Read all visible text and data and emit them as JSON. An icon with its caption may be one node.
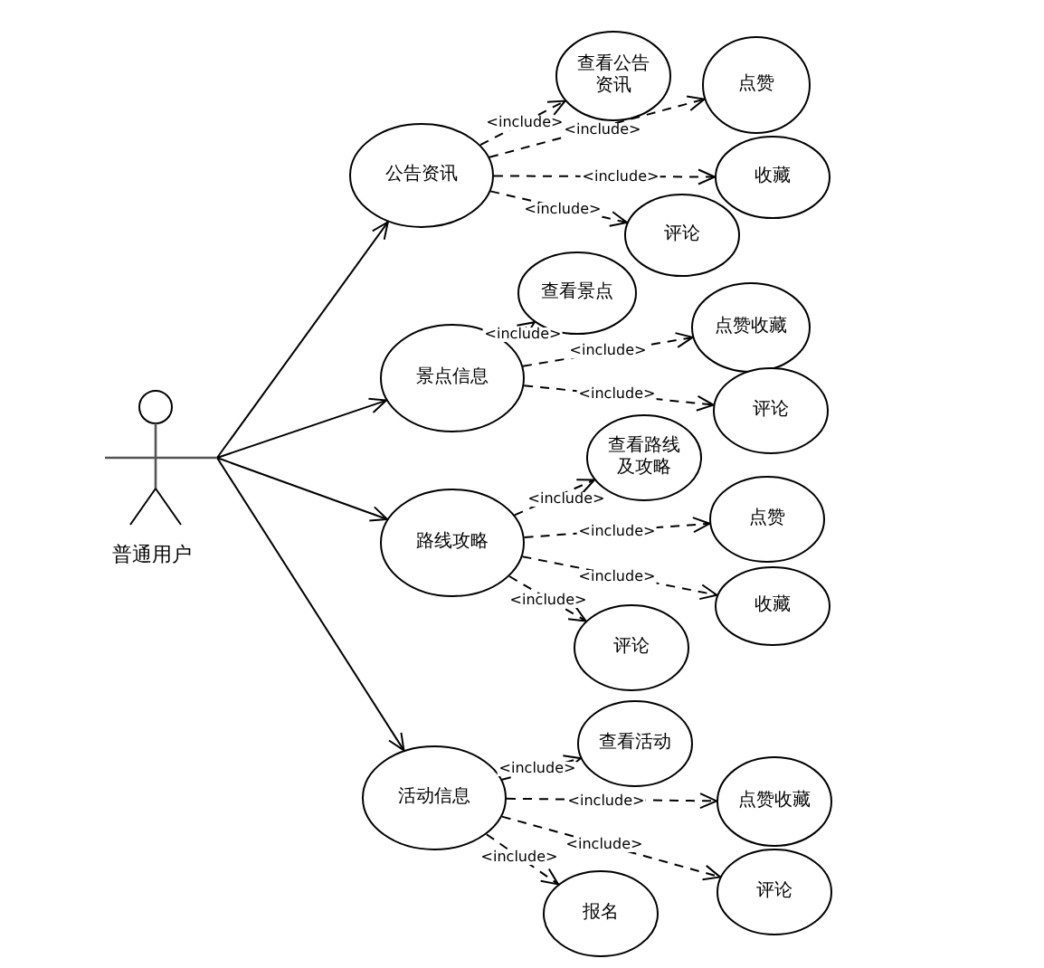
{
  "diagram": {
    "nodes": [
      {
        "text": [
          "普通用户"
        ]
      },
      {
        "text": [
          "公告资讯"
        ]
      },
      {
        "text": [
          "查看公告资讯"
        ]
      },
      {
        "text": [
          "点赞"
        ]
      },
      {
        "text": [
          "收藏"
        ]
      },
      {
        "text": [
          "评论"
        ]
      },
      {
        "text": [
          "景点信息"
        ]
      },
      {
        "text": [
          "查看景点"
        ]
      },
      {
        "text": [
          "点赞收藏"
        ]
      },
      {
        "text": [
          "评论"
        ]
      },
      {
        "text": [
          "路线攻略"
        ]
      },
      {
        "text": [
          "查看路线及攻略"
        ]
      },
      {
        "text": [
          "点赞"
        ]
      },
      {
        "text": [
          "收藏"
        ]
      },
      {
        "text": [
          "评论"
        ]
      },
      {
        "text": [
          "活动信息"
        ]
      },
      {
        "text": [
          "查看活动"
        ]
      },
      {
        "text": [
          "点赞收藏"
        ]
      },
      {
        "text": [
          "评论"
        ]
      },
      {
        "text": [
          "报名"
        ]
      }
    ],
    "edges": [
      {
        "from": 0,
        "to": 1,
        "arrow": "to"
      },
      {
        "from": 0,
        "to": 6,
        "arrow": "to"
      },
      {
        "from": 0,
        "to": 10,
        "arrow": "to"
      },
      {
        "from": 0,
        "to": 15,
        "arrow": "to"
      },
      {
        "from": 1,
        "to": 2,
        "arrow": "to",
        "style": "dashed",
        "label": "<include>"
      },
      {
        "from": 1,
        "to": 3,
        "arrow": "to",
        "style": "dashed",
        "label": "<include>"
      },
      {
        "from": 1,
        "to": 4,
        "arrow": "to",
        "style": "dashed",
        "label": "<include>"
      },
      {
        "from": 1,
        "to": 5,
        "arrow": "to",
        "style": "dashed",
        "label": "<include>"
      },
      {
        "from": 6,
        "to": 7,
        "arrow": "to",
        "style": "dashed",
        "label": "<include>"
      },
      {
        "from": 6,
        "to": 8,
        "arrow": "to",
        "style": "dashed",
        "label": "<include>"
      },
      {
        "from": 6,
        "to": 9,
        "arrow": "to",
        "style": "dashed",
        "label": "<include>"
      },
      {
        "from": 10,
        "to": 11,
        "arrow": "to",
        "style": "dashed",
        "label": "<include>"
      },
      {
        "from": 10,
        "to": 12,
        "arrow": "to",
        "style": "dashed",
        "label": "<include>"
      },
      {
        "from": 10,
        "to": 13,
        "arrow": "to",
        "style": "dashed",
        "label": "<include>"
      },
      {
        "from": 10,
        "to": 14,
        "arrow": "to",
        "style": "dashed",
        "label": "<include>"
      },
      {
        "from": 15,
        "to": 16,
        "arrow": "to",
        "style": "dashed",
        "label": "<include>"
      },
      {
        "from": 15,
        "to": 17,
        "arrow": "to",
        "style": "dashed",
        "label": "<include>"
      },
      {
        "from": 15,
        "to": 18,
        "arrow": "to",
        "style": "dashed",
        "label": "<include>"
      },
      {
        "from": 15,
        "to": 19,
        "arrow": "to",
        "style": "dashed",
        "label": "<include>"
      }
    ]
  }
}
